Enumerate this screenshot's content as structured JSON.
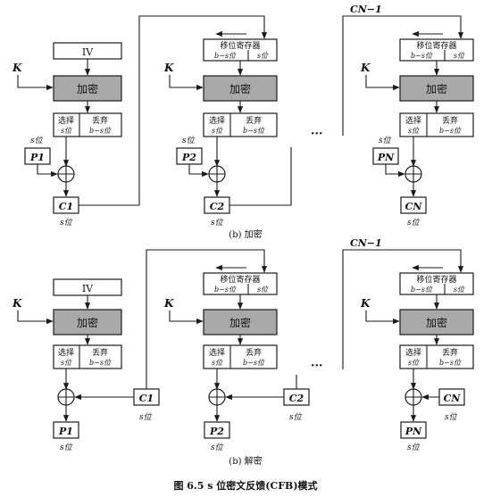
{
  "encryption": {
    "caption": "(b) 加密",
    "key_label": "K",
    "iv_label": "IV",
    "encrypt_label": "加密",
    "shift_register_title": "移位寄存器",
    "shift_register_left": "b−s位",
    "shift_register_right": "s位",
    "select_title": "选择",
    "select_sub": "s位",
    "discard_title": "丢弃",
    "discard_sub": "b−s位",
    "s_bits": "s位",
    "plaintext": [
      "P1",
      "P2",
      "PN"
    ],
    "ciphertext": [
      "C1",
      "C2",
      "CN"
    ],
    "feedback_label": "CN−1",
    "ellipsis": "···"
  },
  "decryption": {
    "caption": "(b) 解密",
    "key_label": "K",
    "iv_label": "IV",
    "encrypt_label": "加密",
    "shift_register_title": "移位寄存器",
    "shift_register_left": "b−s位",
    "shift_register_right": "s位",
    "select_title": "选择",
    "select_sub": "s位",
    "discard_title": "丢弃",
    "discard_sub": "b−s位",
    "s_bits": "s位",
    "plaintext": [
      "P1",
      "P2",
      "PN"
    ],
    "ciphertext": [
      "C1",
      "C2",
      "CN"
    ],
    "feedback_label": "CN−1",
    "ellipsis": "···"
  },
  "figure_caption": "图 6.5   s 位密文反馈(CFB)模式"
}
